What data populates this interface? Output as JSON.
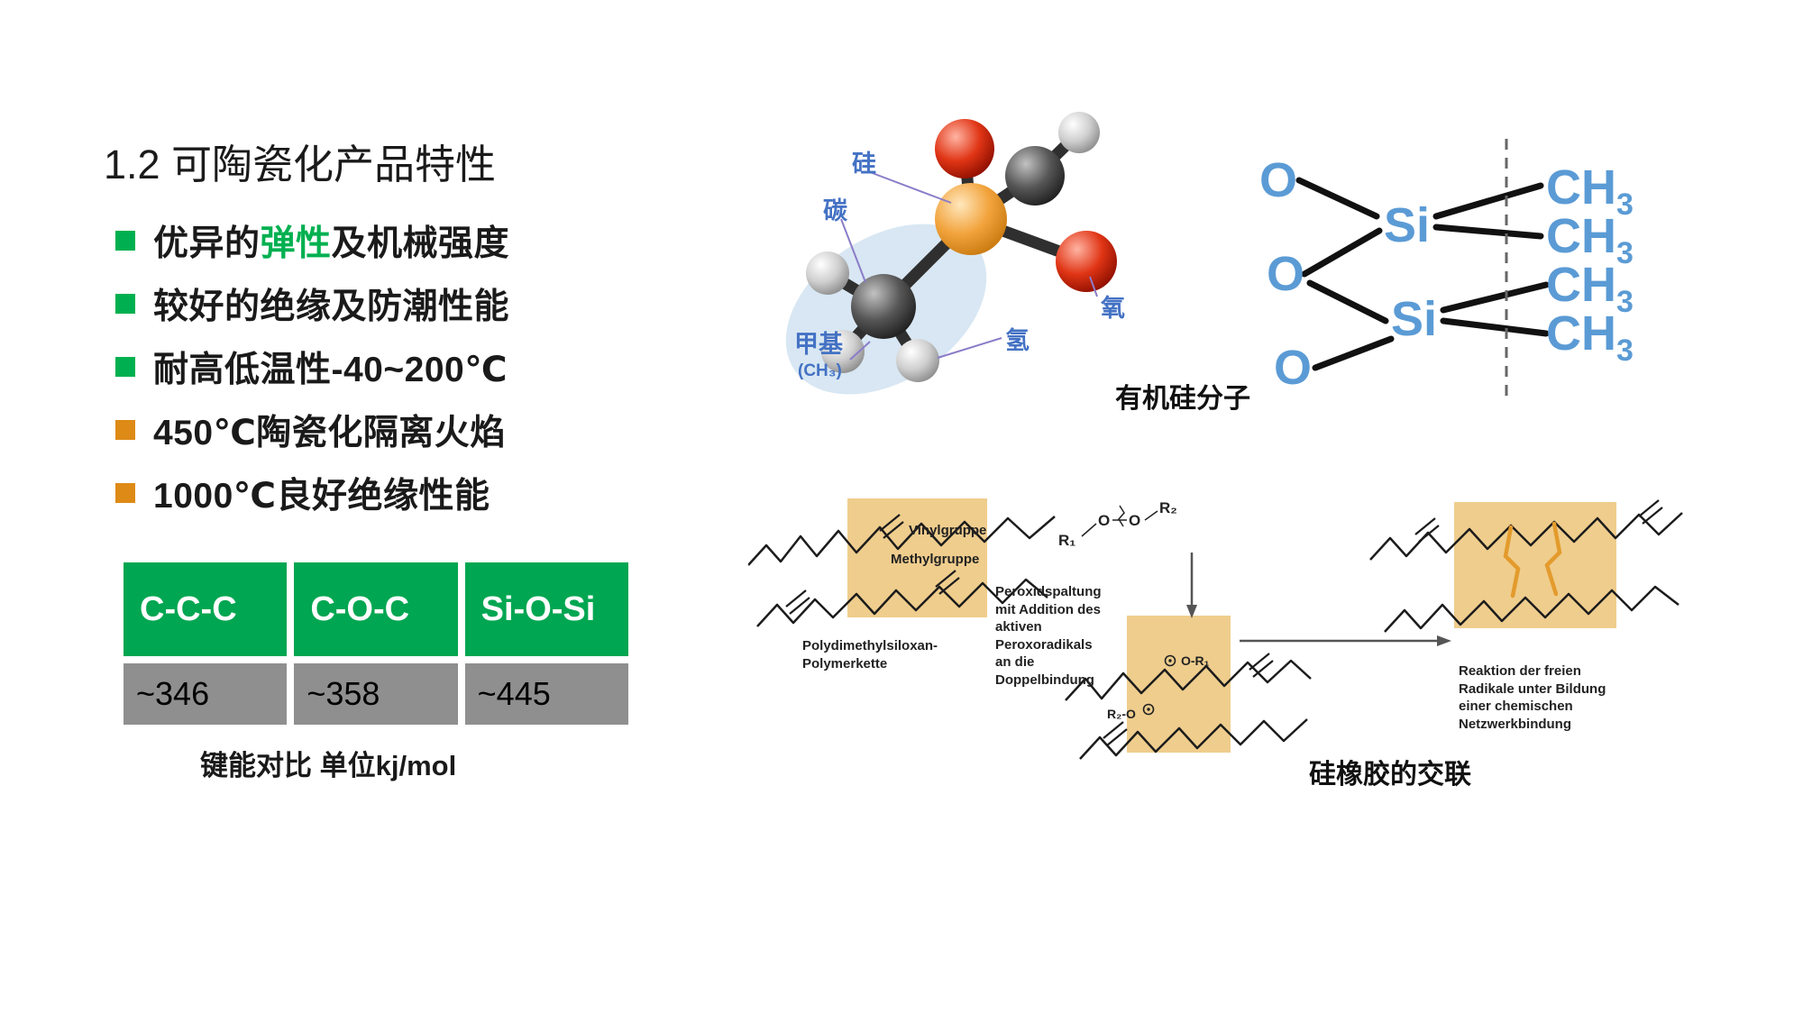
{
  "colors": {
    "green": "#00b050",
    "orange": "#dd8a16",
    "table_header": "#00a651",
    "table_value_bg": "#8f8f8f",
    "formula_blue": "#5b9bd5",
    "label_blue": "#4472c4",
    "text_dark": "#1a1a1a"
  },
  "slide": {
    "title": "1.2 可陶瓷化产品特性",
    "bullets": [
      {
        "color": "green",
        "pre": "优异的",
        "highlight": "弹性",
        "post": "及机械强度"
      },
      {
        "color": "green",
        "pre": "较好的绝缘及防潮性能",
        "highlight": "",
        "post": ""
      },
      {
        "color": "green",
        "pre": "耐高低温性-40~200℃",
        "highlight": "",
        "post": ""
      },
      {
        "color": "orange",
        "pre": "450℃陶瓷化隔离火焰",
        "highlight": "",
        "post": ""
      },
      {
        "color": "orange",
        "pre": "1000℃良好绝缘性能",
        "highlight": "",
        "post": ""
      }
    ]
  },
  "chart_data": {
    "type": "table",
    "columns": [
      "C-C-C",
      "C-O-C",
      "Si-O-Si"
    ],
    "values": [
      "~346",
      "~358",
      "~445"
    ],
    "caption": "键能对比 单位kj/mol",
    "unit": "kj/mol"
  },
  "molecule": {
    "caption": "有机硅分子",
    "atom_labels": {
      "si": "硅",
      "c": "碳",
      "o": "氧",
      "h": "氢",
      "methyl": "甲基",
      "methyl_formula": "(CH₃)"
    },
    "formula": {
      "o": "O",
      "si": "Si",
      "ch": "CH",
      "sub": "3"
    }
  },
  "crosslink": {
    "caption": "硅橡胶的交联",
    "labels": {
      "vinyl": "Vinylgruppe",
      "methyl": "Methylgruppe",
      "polymer": "Polydimethylsiloxan-Polymerkette",
      "peroxide": "Peroxidspaltung mit Addition des aktiven Peroxoradikals an die Doppelbindung",
      "reaction": "Reaktion der freien Radikale unter Bildung einer chemischen Netzwerkbindung"
    },
    "peroxide_formula": {
      "r1": "R₁",
      "o1": "O",
      "o2": "O",
      "r2": "R₂"
    },
    "radical_labels": {
      "top": "O-R₁",
      "bottom": "R₂-O"
    }
  }
}
